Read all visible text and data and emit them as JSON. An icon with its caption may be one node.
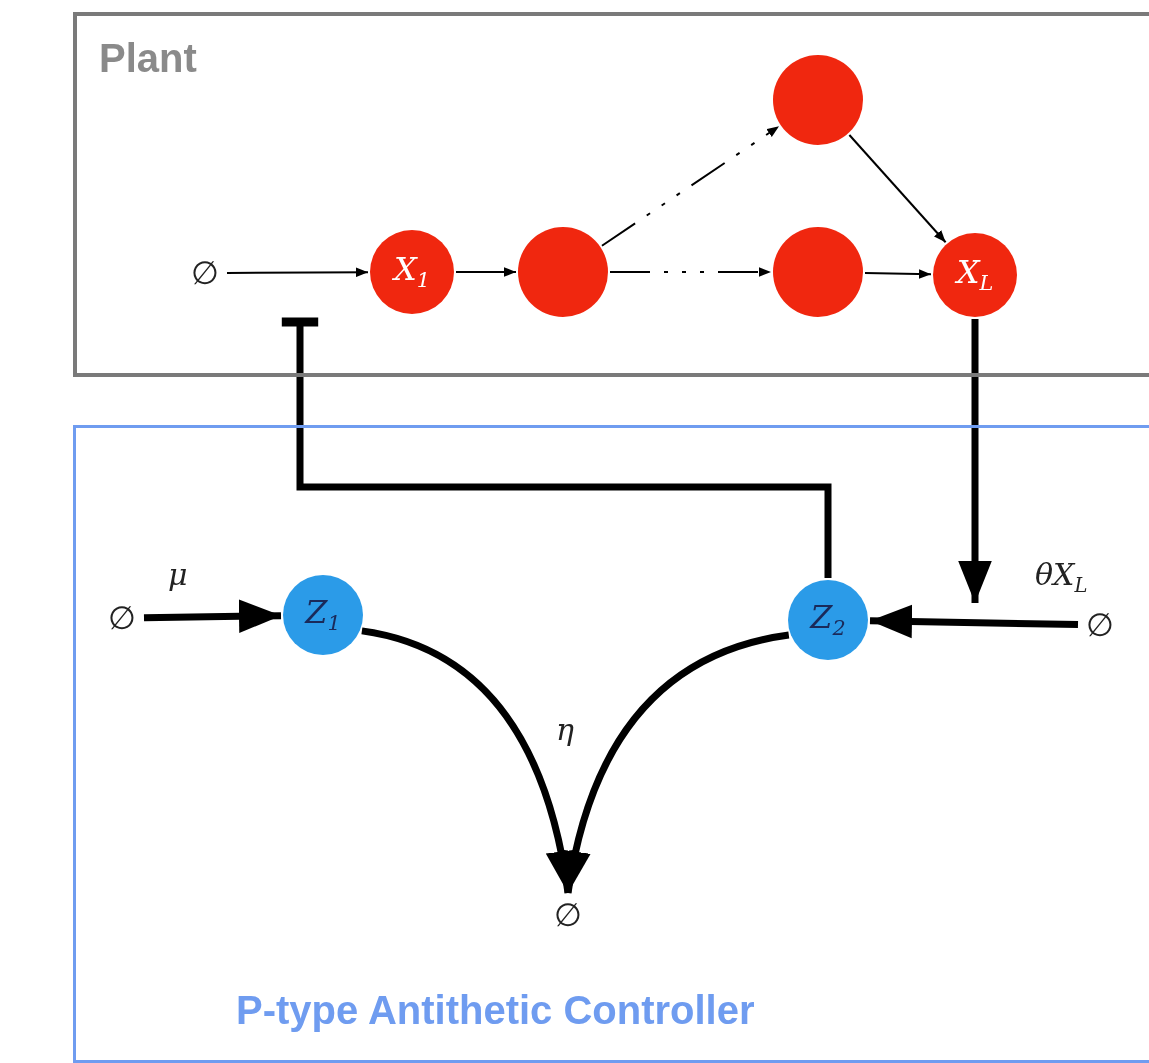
{
  "diagram": {
    "nodes": [
      {
        "text": [
          "Plant"
        ]
      },
      {
        "text": [
          "∅"
        ],
        "in": 0
      },
      {
        "text": [
          "X$_{1}$"
        ],
        "in": 0
      },
      {
        "text": [],
        "shape": "circle",
        "in": 0
      },
      {
        "text": [],
        "shape": "circle",
        "in": 0
      },
      {
        "text": [],
        "shape": "circle",
        "in": 0
      },
      {
        "text": [
          "X$_{L}$"
        ],
        "in": 0
      },
      {
        "text": [
          "P-type Antithetic Controller"
        ]
      },
      {
        "text": [
          "∅"
        ],
        "in": 7
      },
      {
        "text": [
          "Z$_{1}$"
        ],
        "in": 7
      },
      {
        "text": [
          "Z$_{2}$"
        ],
        "in": 7
      },
      {
        "text": [
          "∅"
        ],
        "in": 7
      },
      {
        "text": [
          "∅"
        ],
        "in": 7
      }
    ],
    "edges": [
      {
        "from": 1,
        "to": 2,
        "arrow": "to"
      },
      {
        "from": 2,
        "to": 3,
        "arrow": "to"
      },
      {
        "from": 3,
        "to": 4,
        "arrow": "to",
        "style": "dashed"
      },
      {
        "from": 3,
        "to": 5,
        "arrow": "to",
        "style": "dashed"
      },
      {
        "from": 4,
        "to": 6,
        "arrow": "to"
      },
      {
        "from": 5,
        "to": 6,
        "arrow": "to"
      },
      {
        "from": 6,
        "to": null,
        "arrow": "to",
        "style": "thick"
      },
      {
        "from": 10,
        "to": null,
        "arrow": "other",
        "style": "thick"
      },
      {
        "from": 8,
        "to": 9,
        "arrow": "to",
        "style": "thick",
        "label": "μ"
      },
      {
        "from": 11,
        "to": 10,
        "arrow": "to",
        "style": "thick",
        "label": "θX$_{L}$"
      },
      {
        "from": 9,
        "to": 12,
        "arrow": "to",
        "style": "thick"
      },
      {
        "from": 10,
        "to": 12,
        "arrow": "to",
        "style": "thick"
      }
    ],
    "labels": [
      "η"
    ]
  }
}
